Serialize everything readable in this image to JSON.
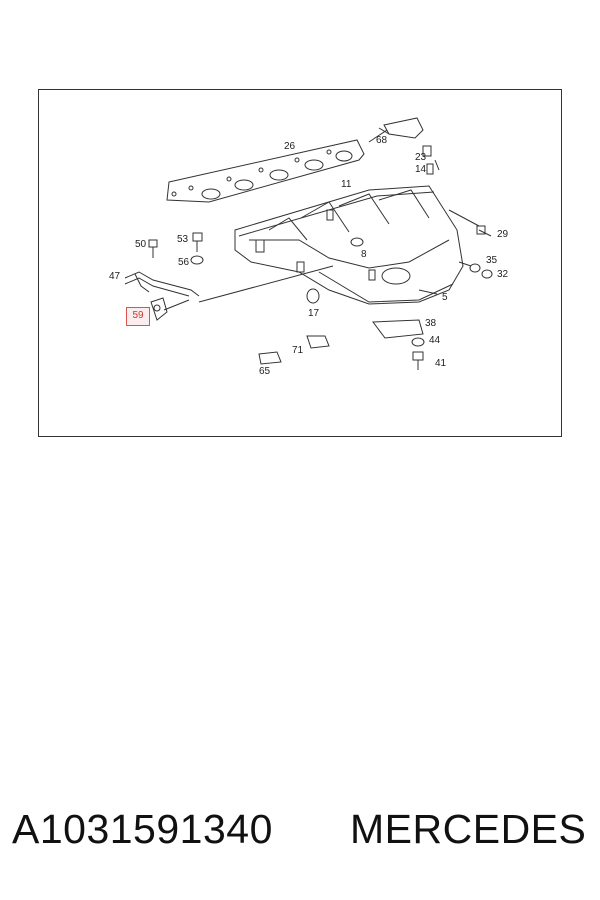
{
  "diagram": {
    "labels": [
      "26",
      "68",
      "23",
      "14",
      "11",
      "29",
      "50",
      "53",
      "56",
      "8",
      "35",
      "32",
      "47",
      "5",
      "17",
      "59",
      "38",
      "44",
      "71",
      "65",
      "41"
    ],
    "highlighted": "59"
  },
  "footer": {
    "part_number": "A1031591340",
    "brand": "MERCEDES"
  },
  "colors": {
    "line": "#333333",
    "highlight": "#d9534f"
  }
}
